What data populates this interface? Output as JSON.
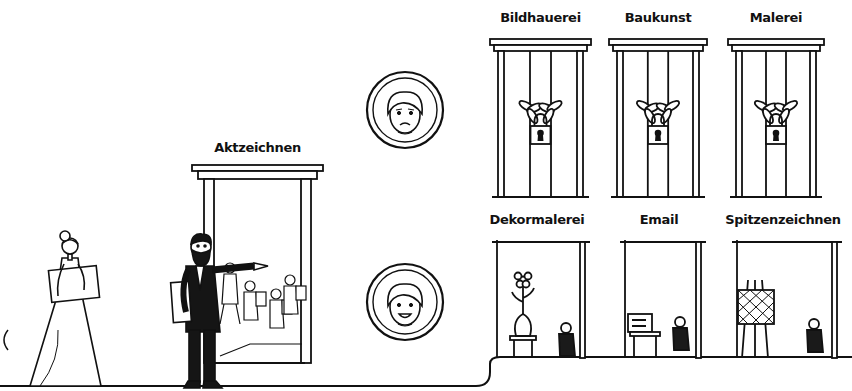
{
  "diagram": {
    "nodes": [
      {
        "text": [
          "Aktzeichnen"
        ]
      },
      {
        "text": [
          "Bildhauerei"
        ]
      },
      {
        "text": [
          "Baukunst"
        ]
      },
      {
        "text": [
          "Malerei"
        ]
      },
      {
        "text": [
          "Dekormalerei"
        ]
      },
      {
        "text": [
          "Email"
        ]
      },
      {
        "text": [
          "Spitzenzeichnen"
        ]
      }
    ]
  }
}
